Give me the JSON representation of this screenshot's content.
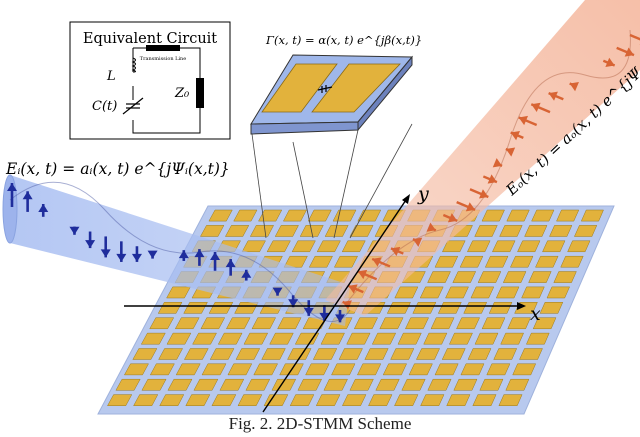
{
  "equivalent_circuit": {
    "title": "Equivalent Circuit",
    "transmission_line_label": "Transmission Line",
    "inductor_label": "L",
    "capacitor_label": "C(t)",
    "load_label": "Z₀"
  },
  "unit_cell": {
    "reflection_label": "Γ(x, t) = α(x, t) e^{jβ(x,t)}"
  },
  "incident_wave": {
    "label": "Eᵢ(x, t) = aᵢ(x, t) e^{jΨᵢ(x,t)}"
  },
  "reflected_wave": {
    "label": "Eₒ(x, t) = aₒ(x, t) e^{jΨₒ(x,t)}"
  },
  "axes": {
    "x_label": "x",
    "y_label": "y"
  },
  "caption": "Fig. 2. 2D-STMM Scheme",
  "colors": {
    "patch": "#e2b23c",
    "substrate": "#b8c9ee",
    "incident": "#1f2d9c",
    "reflected": "#d86434",
    "beam_incident": "#a7bdf1",
    "beam_reflected": "#f5bca4"
  }
}
